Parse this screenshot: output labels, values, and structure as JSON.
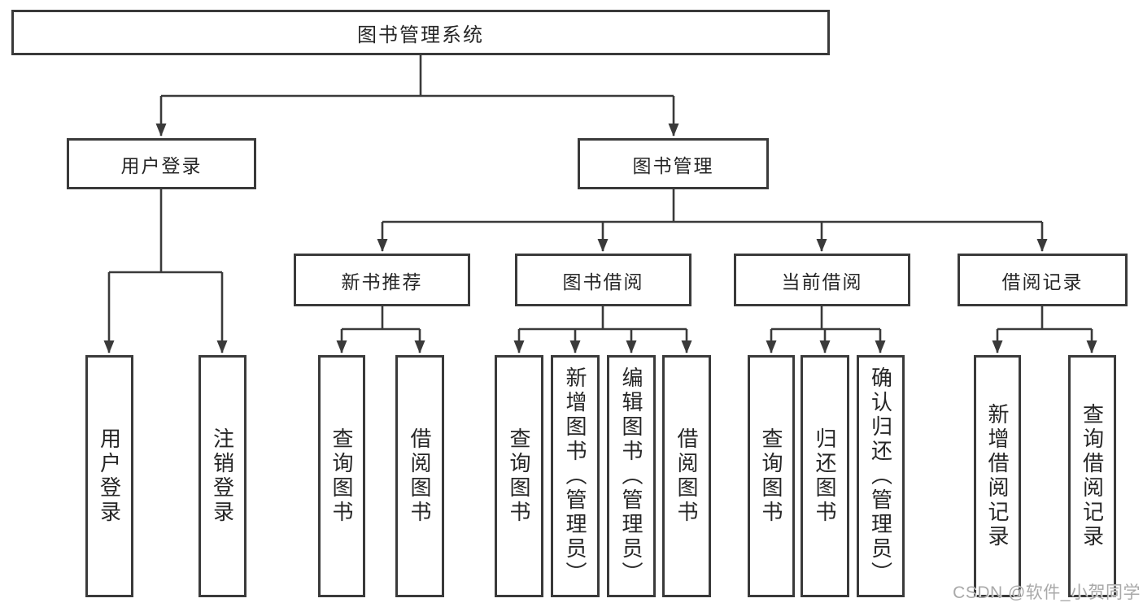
{
  "diagram": {
    "title": "图书管理系统",
    "user_login": {
      "label": "用户登录",
      "children": {
        "login": "用户登录",
        "logout": "注销登录"
      }
    },
    "book_management": {
      "label": "图书管理",
      "modules": {
        "new_book": {
          "label": "新书推荐",
          "children": {
            "query": "查询图书",
            "borrow": "借阅图书"
          }
        },
        "borrowing": {
          "label": "图书借阅",
          "children": {
            "query": "查询图书",
            "add": "新增图书（管理员）",
            "edit": "编辑图书（管理员）",
            "borrow": "借阅图书"
          }
        },
        "current": {
          "label": "当前借阅",
          "children": {
            "query": "查询图书",
            "return": "归还图书",
            "confirm": "确认归还（管理员）"
          }
        },
        "records": {
          "label": "借阅记录",
          "children": {
            "add": "新增借阅记录",
            "query": "查询借阅记录"
          }
        }
      }
    },
    "watermark": "CSDN @软件_小贺同学"
  },
  "colors": {
    "line": "#3a3a3a",
    "text": "#262626",
    "watermark": "#a9a9a9",
    "box_bg": "#ffffff"
  }
}
